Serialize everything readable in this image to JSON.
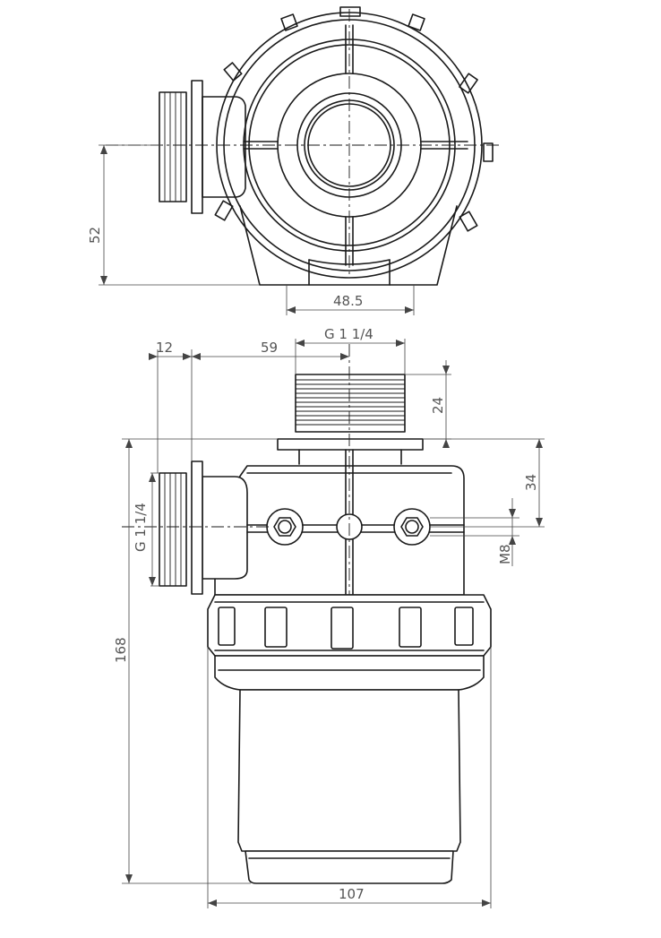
{
  "top_view": {
    "dim_height": "52",
    "dim_width": "48.5"
  },
  "front_view": {
    "dim_side_offset": "12",
    "dim_center_offset": "59",
    "dim_top_thread": "G 1 1/4",
    "dim_top_thread_length": "24",
    "dim_port_height": "34",
    "dim_side_thread": "G 1 1/4",
    "dim_bolt": "M8",
    "dim_total_height": "168",
    "dim_total_width": "107"
  }
}
